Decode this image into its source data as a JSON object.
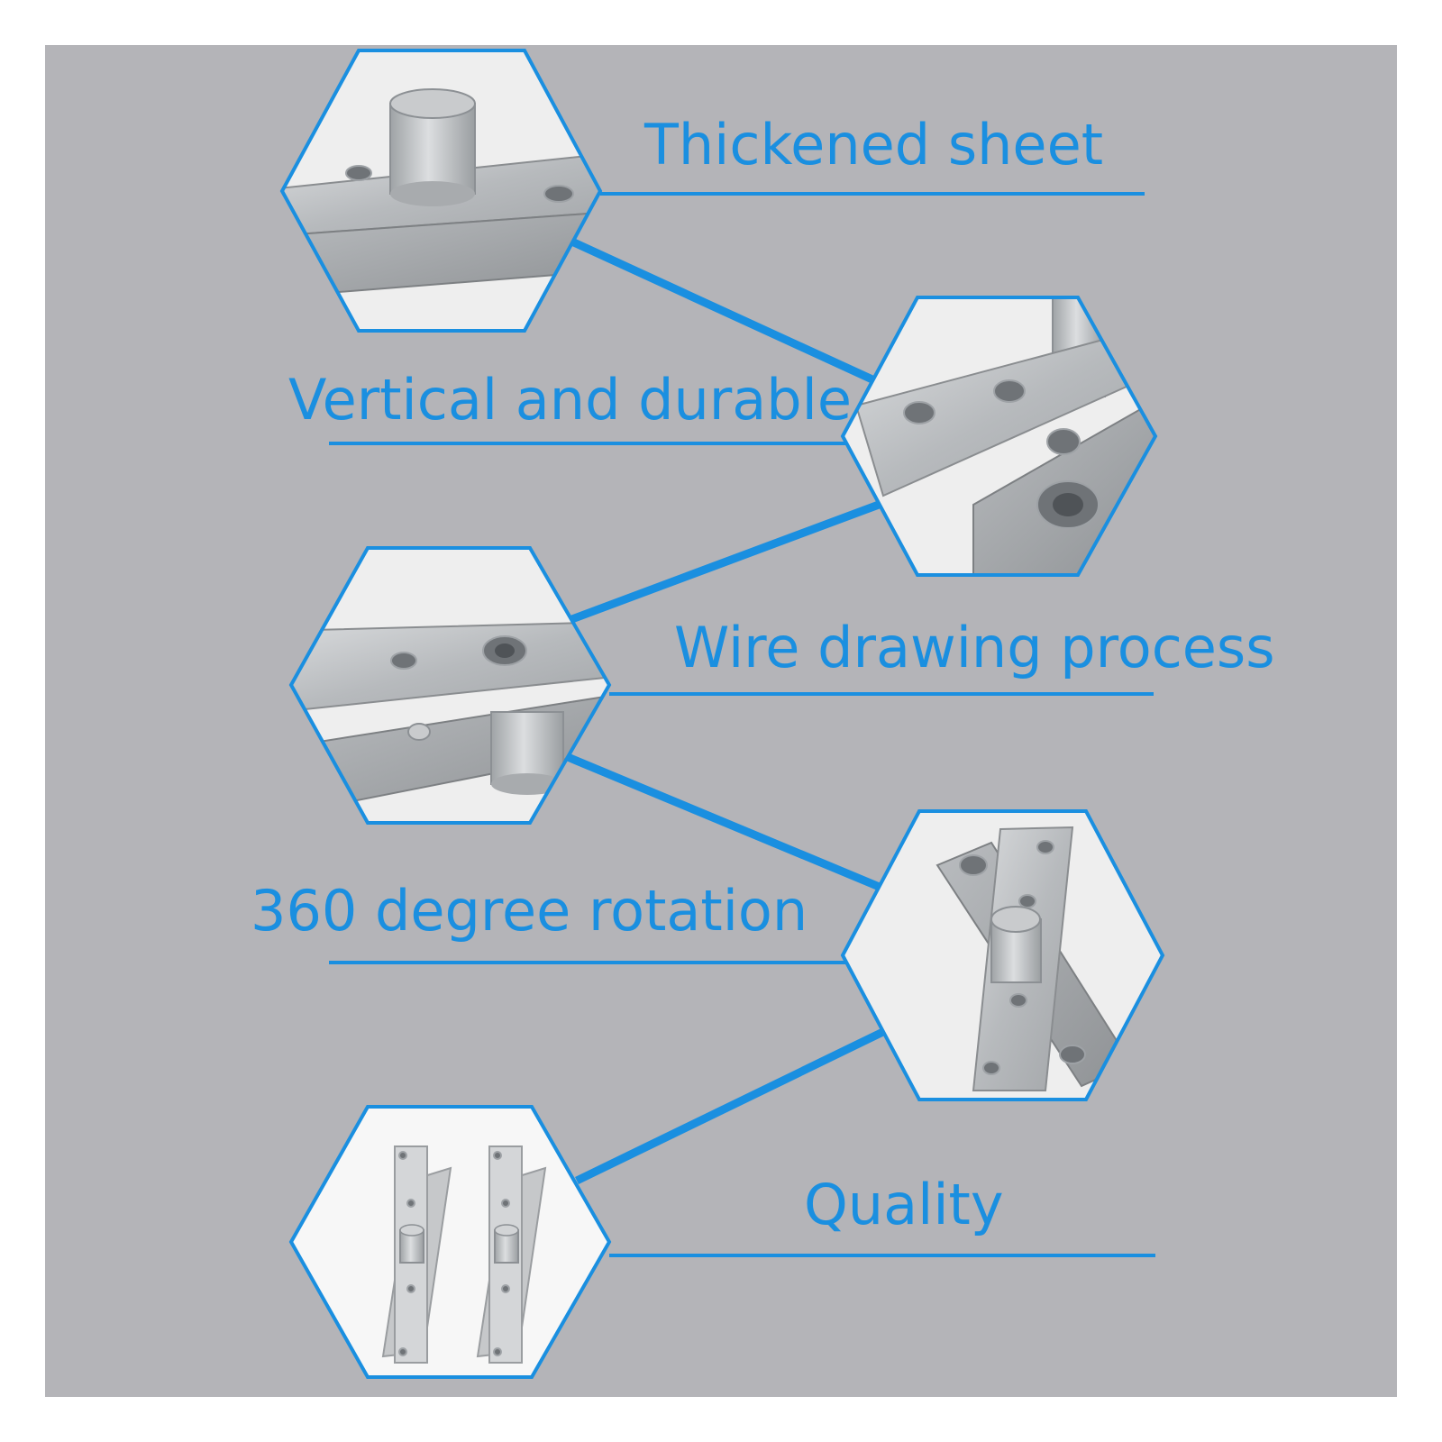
{
  "colors": {
    "background": "#b4b4b8",
    "accent": "#1a8fe0",
    "hex_fill": "#eeeeee",
    "border": "#ffffff"
  },
  "features": [
    {
      "label": "Thickened sheet"
    },
    {
      "label": "Vertical and durable"
    },
    {
      "label": "Wire drawing process"
    },
    {
      "label": "360 degree rotation"
    },
    {
      "label": "Quality"
    }
  ],
  "product_images": [
    {
      "depicts": "pivot-pin-closeup"
    },
    {
      "depicts": "hinge-plates-angled"
    },
    {
      "depicts": "hinge-plates-side"
    },
    {
      "depicts": "hinge-rotated"
    },
    {
      "depicts": "hinge-pair"
    }
  ]
}
